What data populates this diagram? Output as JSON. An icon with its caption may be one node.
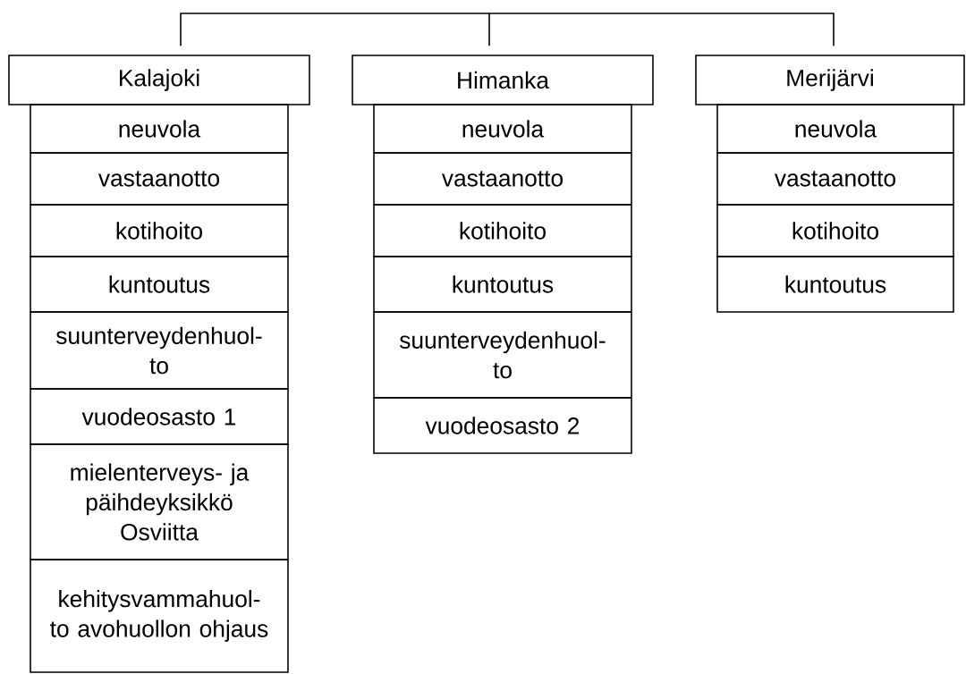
{
  "diagram": {
    "nodes": [
      {
        "text": [
          "Kalajoki"
        ]
      },
      {
        "text": [
          "neuvola"
        ]
      },
      {
        "text": [
          "vastaanotto"
        ]
      },
      {
        "text": [
          "kotihoito"
        ]
      },
      {
        "text": [
          "kuntoutus"
        ]
      },
      {
        "text": [
          "suunterveydenhuol- to"
        ]
      },
      {
        "text": [
          "vuodeosasto 1"
        ]
      },
      {
        "text": [
          "mielenterveys- ja päihdeyksikkö Osviitta"
        ]
      },
      {
        "text": [
          "kehitysvammahuol- to avohuollon ohjaus"
        ]
      },
      {
        "text": [
          "Himanka"
        ]
      },
      {
        "text": [
          "neuvola"
        ]
      },
      {
        "text": [
          "vastaanotto"
        ]
      },
      {
        "text": [
          "kotihoito"
        ]
      },
      {
        "text": [
          "kuntoutus"
        ]
      },
      {
        "text": [
          "suunterveydenhuol- to"
        ]
      },
      {
        "text": [
          "vuodeosasto 2"
        ]
      },
      {
        "text": [
          "Merijärvi"
        ]
      },
      {
        "text": [
          "neuvola"
        ]
      },
      {
        "text": [
          "vastaanotto"
        ]
      },
      {
        "text": [
          "kotihoito"
        ]
      },
      {
        "text": [
          "kuntoutus"
        ]
      }
    ],
    "edges": [
      {
        "from": null,
        "to": 0,
        "arrow": "none"
      },
      {
        "from": null,
        "to": 9,
        "arrow": "none"
      },
      {
        "from": null,
        "to": 16,
        "arrow": "none"
      }
    ]
  }
}
